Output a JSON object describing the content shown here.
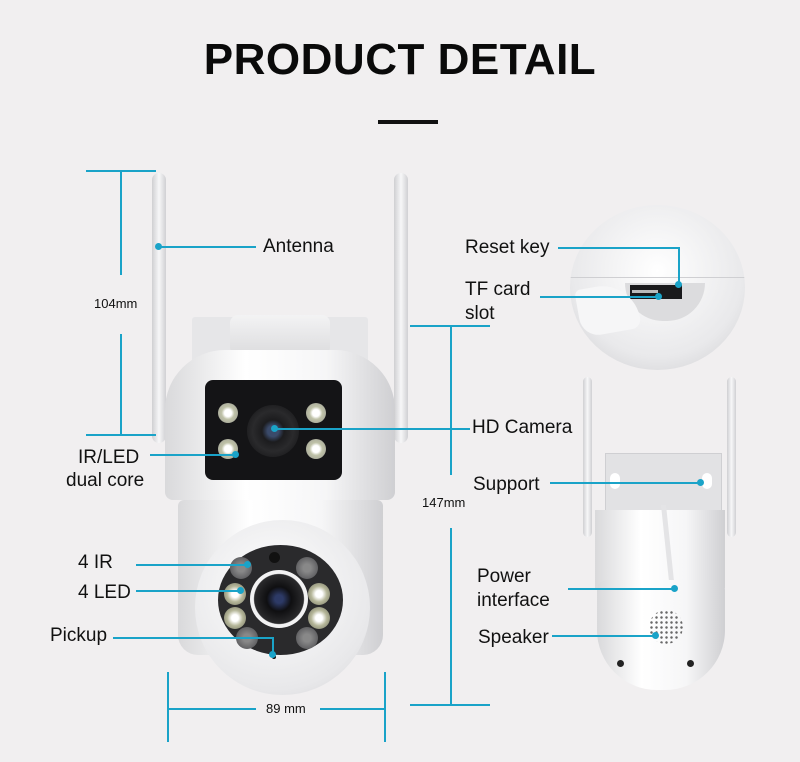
{
  "header": {
    "title": "PRODUCT DETAIL"
  },
  "dimensions": {
    "antenna_height": "104mm",
    "camera_height": "147mm",
    "camera_width": "89 mm"
  },
  "callouts": {
    "antenna": "Antenna",
    "ir_led_line1": "IR/LED",
    "ir_led_line2": "dual core",
    "hd_camera": "HD Camera",
    "ir": "4 IR",
    "led": "4 LED",
    "pickup": "Pickup",
    "reset_key": "Reset key",
    "tf_card_line1": "TF card",
    "tf_card_line2": "slot",
    "support": "Support",
    "power_line1": "Power",
    "power_line2": "interface",
    "speaker": "Speaker"
  },
  "colors": {
    "accent_line": "#1aa3c8",
    "background": "#f1eff0",
    "text": "#111111"
  }
}
